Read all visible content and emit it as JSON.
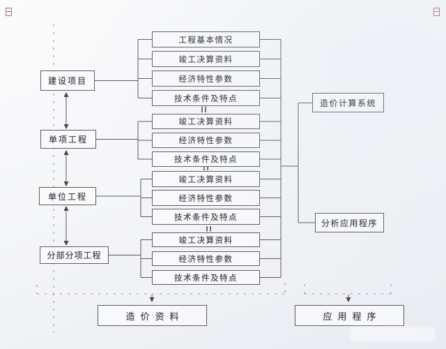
{
  "diagram": {
    "left_nodes": [
      {
        "label": "建设项目"
      },
      {
        "label": "单项工程"
      },
      {
        "label": "单位工程"
      },
      {
        "label": "分部分项工程"
      }
    ],
    "groups": [
      {
        "items": [
          "工程基本情况",
          "竣工决算资料",
          "经济特性参数",
          "技术条件及特点"
        ]
      },
      {
        "items": [
          "竣工决算资料",
          "经济特性参数",
          "技术条件及特点"
        ]
      },
      {
        "items": [
          "竣工决算资料",
          "经济特性参数",
          "技术条件及特点"
        ]
      },
      {
        "items": [
          "竣工决算资料",
          "经济特性参数",
          "技术条件及特点"
        ]
      }
    ],
    "right_nodes": [
      {
        "label": "造价计算系统"
      },
      {
        "label": "分析应用程序"
      }
    ],
    "bottom_nodes": [
      {
        "label": "造价资料"
      },
      {
        "label": "应用程序"
      }
    ],
    "colors": {
      "line": "#58585c",
      "dashed_line": "#9a9aa2",
      "box_border": "#5d5d63",
      "text": "#3a3a40",
      "corner_mark_red": "#c82828",
      "background": "#f4f5f8"
    },
    "icons": [
      "corner-registration-mark-left",
      "corner-registration-mark-right",
      "double-arrow-connector",
      "parallel-bars-connector"
    ]
  }
}
